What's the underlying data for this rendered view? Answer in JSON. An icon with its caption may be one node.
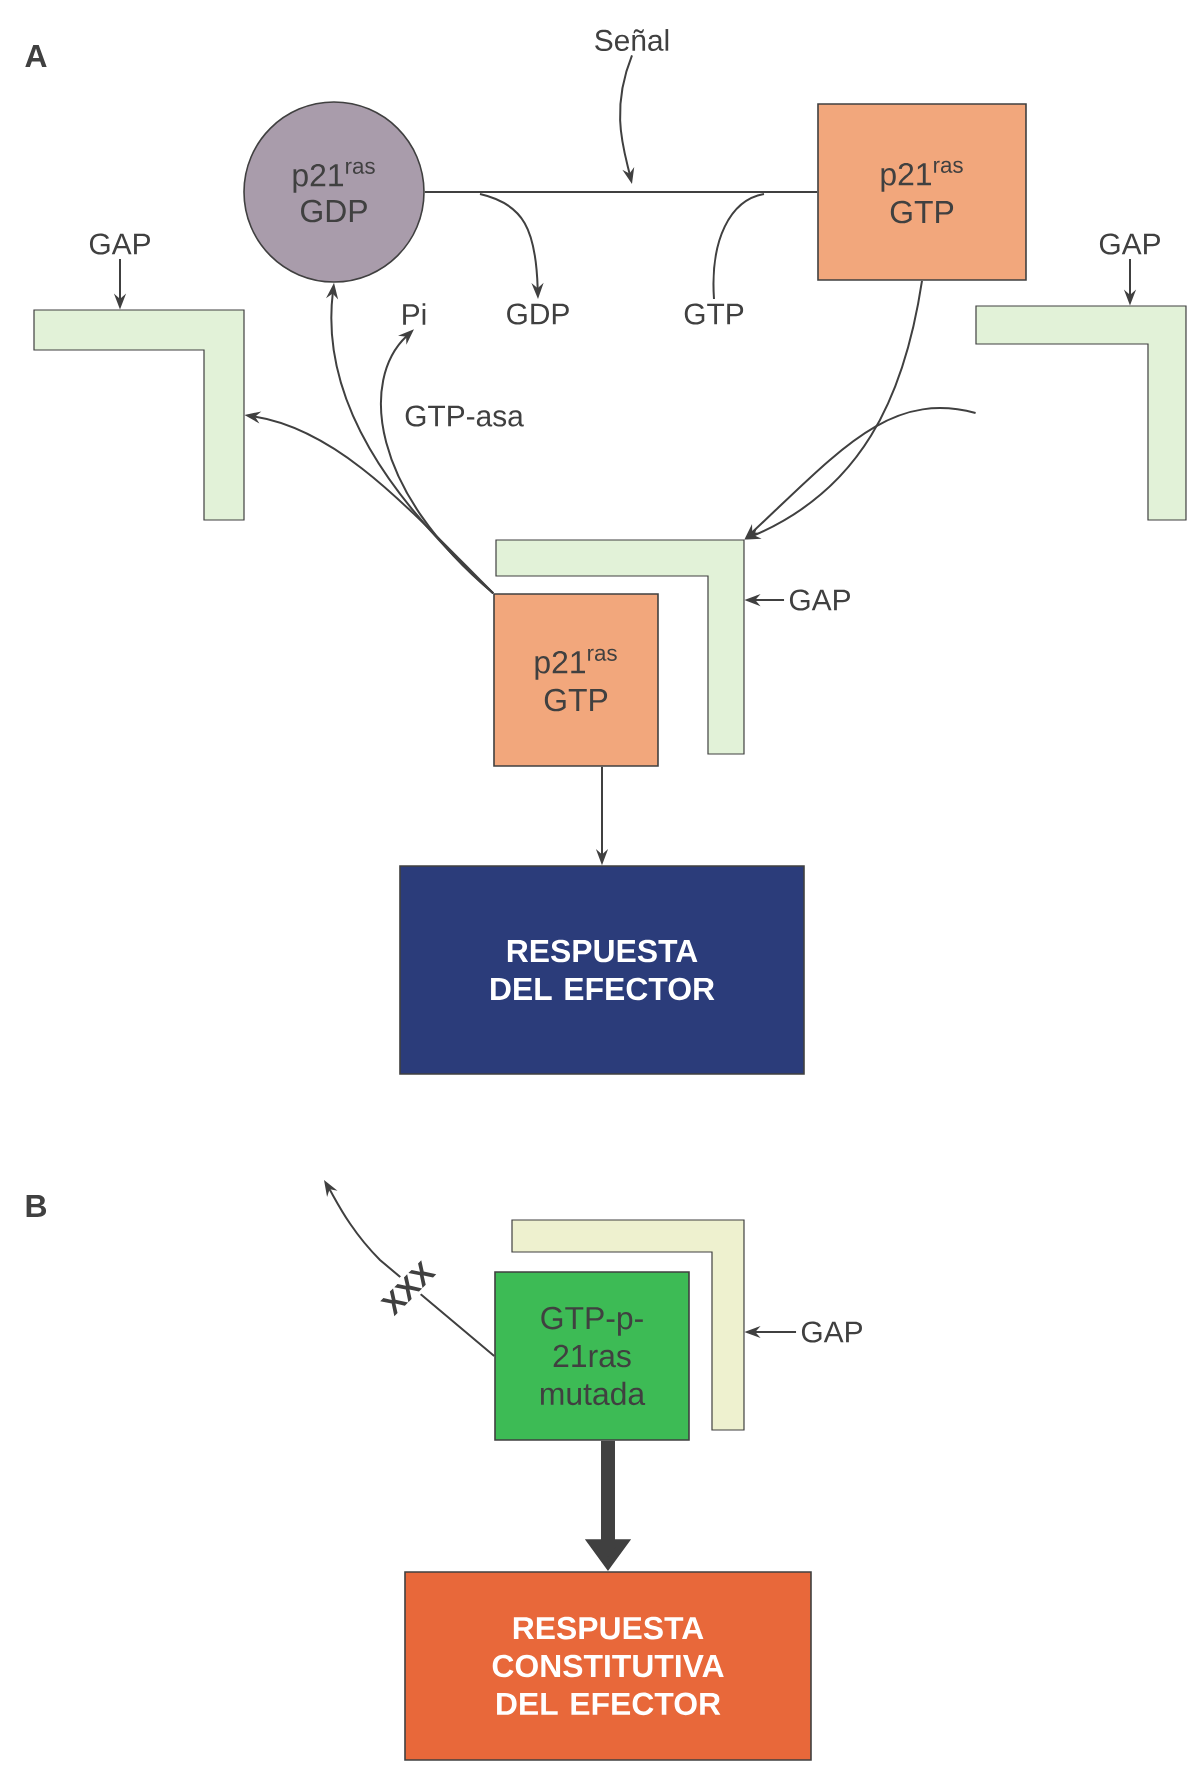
{
  "diagram": {
    "nodes": [
      {
        "text": [
          "Señal"
        ]
      },
      {
        "text": [
          "p21$^{ras}$ GDP"
        ]
      },
      {
        "text": [
          "p21$^{ras}$ GTP"
        ]
      },
      {
        "text": [
          "GAP"
        ]
      },
      {
        "text": [],
        "shape": "bar"
      },
      {
        "text": [
          "GAP"
        ]
      },
      {
        "text": [],
        "shape": "bar"
      },
      {
        "text": [
          "Pi"
        ]
      },
      {
        "text": [
          "GDP"
        ]
      },
      {
        "text": [
          "GTP"
        ]
      },
      {
        "text": [],
        "shape": "bar"
      },
      {
        "text": [
          "p21$^{ras}$ GTP"
        ]
      },
      {
        "text": [
          "GAP"
        ]
      },
      {
        "text": [
          "RESPUESTA DEL EFECTOR"
        ]
      },
      {
        "text": [
          "GTP-p-21ras mutada"
        ]
      },
      {
        "text": [],
        "shape": "bar"
      },
      {
        "text": [
          "GAP"
        ]
      },
      {
        "text": [
          "RESPUESTA CONSTITUTIVA DEL EFECTOR"
        ]
      }
    ],
    "edges": [
      {
        "from": 0,
        "to": null,
        "arrow": "to"
      },
      {
        "from": 1,
        "to": 2,
        "arrow": "none"
      },
      {
        "from": null,
        "to": 8,
        "arrow": "to"
      },
      {
        "from": 9,
        "to": null,
        "arrow": "none"
      },
      {
        "from": 2,
        "to": 10,
        "arrow": "to"
      },
      {
        "from": 6,
        "to": 10,
        "arrow": "to"
      },
      {
        "from": 11,
        "to": 1,
        "arrow": "to"
      },
      {
        "from": 11,
        "to": 4,
        "arrow": "to"
      },
      {
        "from": 11,
        "to": 7,
        "arrow": "to",
        "label": "GTP-asa"
      },
      {
        "from": 3,
        "to": 4,
        "arrow": "to"
      },
      {
        "from": 5,
        "to": 6,
        "arrow": "to"
      },
      {
        "from": 12,
        "to": 10,
        "arrow": "to"
      },
      {
        "from": 11,
        "to": 13,
        "arrow": "to"
      },
      {
        "from": 14,
        "to": 17,
        "arrow": "to",
        "style": "thick"
      },
      {
        "from": 14,
        "to": null,
        "arrow": "to",
        "label": "XXX"
      },
      {
        "from": 16,
        "to": 15,
        "arrow": "to"
      }
    ],
    "labels": [
      "A",
      "B"
    ]
  }
}
